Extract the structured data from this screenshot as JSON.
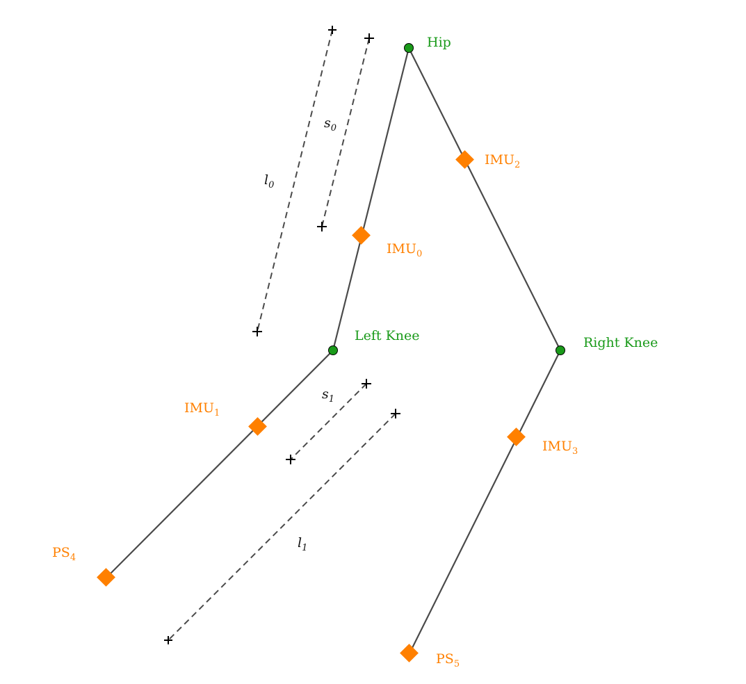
{
  "colors": {
    "joint": "#1a9a1a",
    "sensor": "#ff8000",
    "segment": "#4a4a4a",
    "dimension": "#4a4a4a"
  },
  "joints": {
    "hip": "Hip",
    "left_knee": "Left Knee",
    "right_knee": "Right Knee"
  },
  "sensors": {
    "imu0": {
      "base": "IMU",
      "sub": "0"
    },
    "imu1": {
      "base": "IMU",
      "sub": "1"
    },
    "imu2": {
      "base": "IMU",
      "sub": "2"
    },
    "imu3": {
      "base": "IMU",
      "sub": "3"
    },
    "ps4": {
      "base": "PS",
      "sub": "4"
    },
    "ps5": {
      "base": "PS",
      "sub": "5"
    }
  },
  "dimensions": {
    "s0": {
      "base": "s",
      "sub": "0"
    },
    "l0": {
      "base": "l",
      "sub": "0"
    },
    "s1": {
      "base": "s",
      "sub": "1"
    },
    "l1": {
      "base": "l",
      "sub": "1"
    }
  }
}
